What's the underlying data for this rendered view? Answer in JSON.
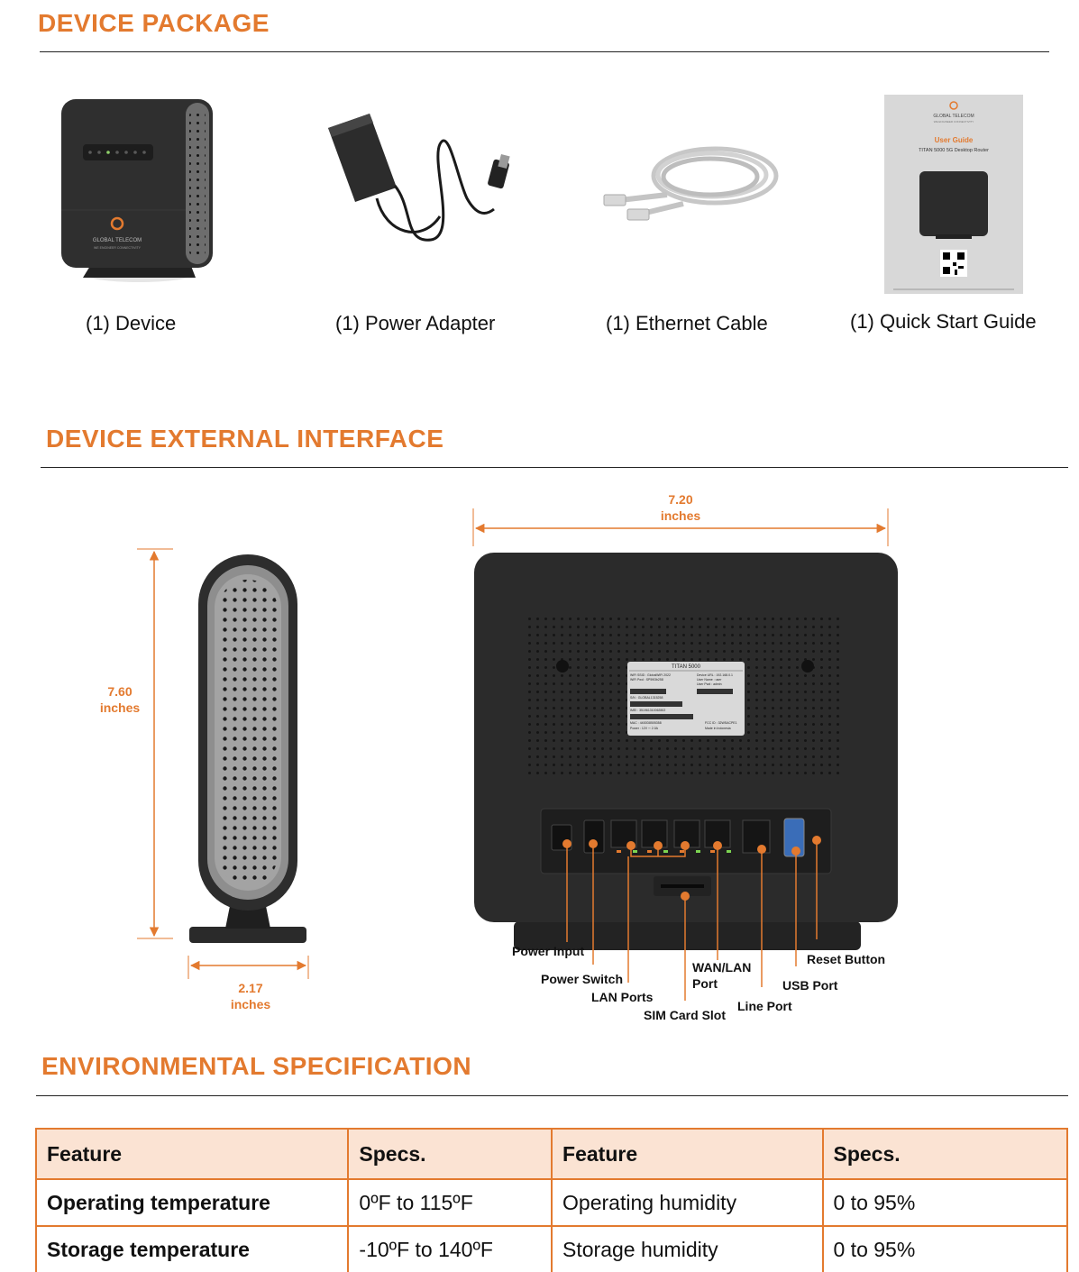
{
  "sections": {
    "package_title": "DEVICE PACKAGE",
    "interface_title": "DEVICE EXTERNAL INTERFACE",
    "environment_title": "ENVIRONMENTAL SPECIFICATION"
  },
  "package_items": [
    {
      "label": "(1) Device"
    },
    {
      "label": "(1) Power Adapter"
    },
    {
      "label": "(1) Ethernet Cable"
    },
    {
      "label": "(1) Quick Start Guide"
    }
  ],
  "device_branding": {
    "brand": "GLOBAL TELECOM",
    "tagline": "WE ENGINEER CONNECTIVITY"
  },
  "guide": {
    "brand": "GLOBAL TELECOM",
    "tagline": "WE ENGINEER CONNECTIVITY",
    "title": "User Guide",
    "subtitle": "TITAN 5000 5G Desktop Router"
  },
  "dimensions": {
    "height_value": "7.60",
    "height_unit": "inches",
    "depth_value": "2.17",
    "depth_unit": "inches",
    "width_value": "7.20",
    "width_unit": "inches"
  },
  "label_sticker": {
    "model": "TITAN 5000",
    "left_1": "WiFi SSID : GlobalWiFi 2022",
    "left_2": "WiFi Pwd : SP59l3b258",
    "right_1": "Device URL : 192.168.0.1",
    "right_2": "User Name : user",
    "right_3": "User Pwd : admin",
    "sn": "S/N : GLOBAL1315258",
    "imei": "IMEI : 351961310063502",
    "mac": "MAC : 4400D8505358",
    "power": "Power : 12V ⎓ 2.0A",
    "fcc": "FCC ID : 32WSACPE1",
    "made": "Made in Indonesia"
  },
  "callouts": {
    "power_input": "Power Input",
    "power_switch": "Power Switch",
    "lan_ports": "LAN Ports",
    "sim_card_slot": "SIM Card Slot",
    "wan_lan_port_1": "WAN/LAN",
    "wan_lan_port_2": "Port",
    "line_port": "Line Port",
    "usb_port": "USB Port",
    "reset_button": "Reset Button"
  },
  "spec_table": {
    "header": [
      "Feature",
      "Specs.",
      "Feature",
      "Specs."
    ],
    "rows": [
      [
        "Operating temperature",
        "0ºF to 115ºF",
        "Operating humidity",
        "0 to 95%"
      ],
      [
        "Storage temperature",
        "-10ºF to 140ºF",
        "Storage humidity",
        "0 to 95%"
      ]
    ]
  },
  "colors": {
    "accent": "#e37a2f",
    "table_header_bg": "#fbe3d3",
    "device_body": "#2b2b2b"
  }
}
